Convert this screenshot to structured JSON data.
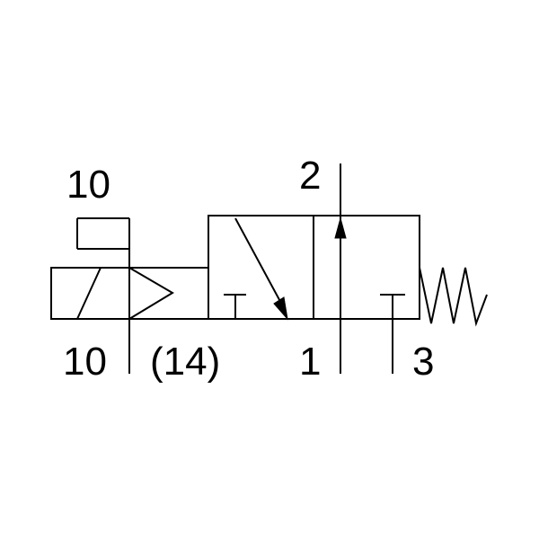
{
  "labels": {
    "top_pilot_port": "10",
    "bottom_pilot_port": "10",
    "pilot_port_14": "(14)",
    "port_1": "1",
    "port_2": "2",
    "port_3": "3"
  },
  "colors": {
    "line": "#000000",
    "background": "#ffffff"
  }
}
